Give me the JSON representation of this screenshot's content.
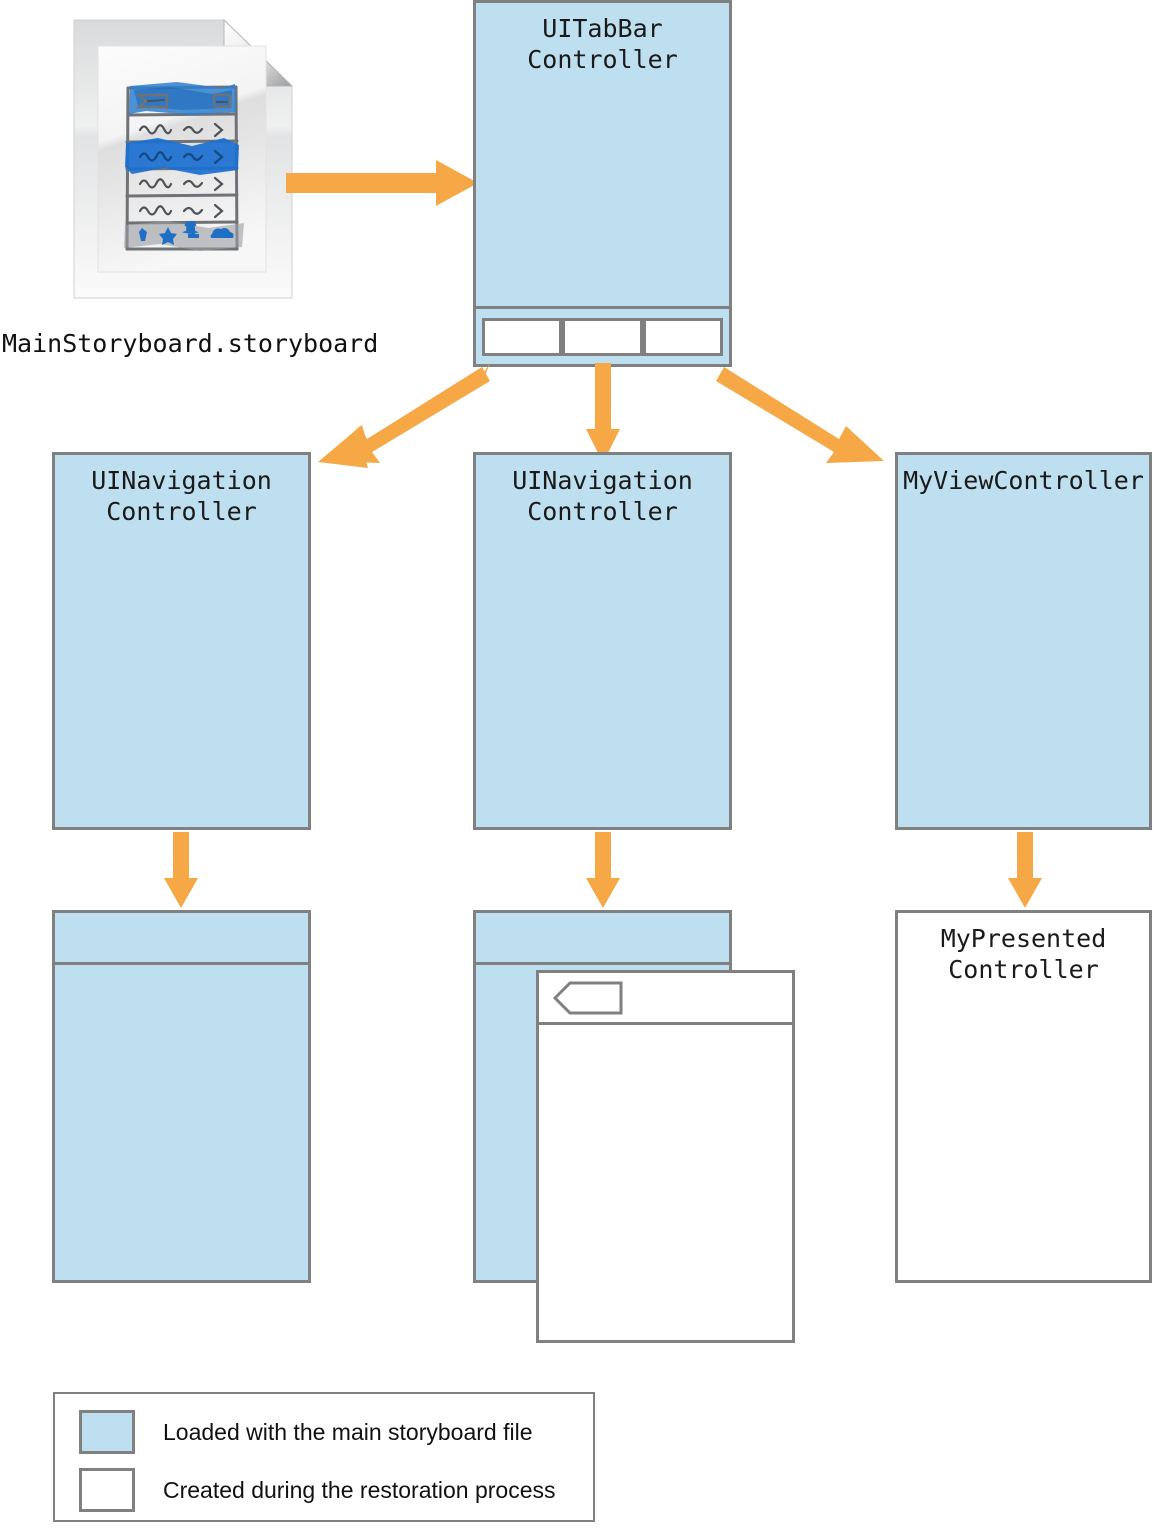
{
  "diagram": {
    "storyboard_file": {
      "filename": "MainStoryboard.storyboard",
      "icon": "storyboard-document-icon"
    },
    "nodes": [
      {
        "id": "uitabbarcontroller",
        "title": "UITabBar\nController",
        "fill": "storyboard",
        "has_tab_bar": true,
        "tab_count": 3
      },
      {
        "id": "uinavigationcontroller-1",
        "title": "UINavigation\nController",
        "fill": "storyboard"
      },
      {
        "id": "uinavigationcontroller-2",
        "title": "UINavigation\nController",
        "fill": "storyboard"
      },
      {
        "id": "myviewcontroller",
        "title": "MyViewController",
        "fill": "storyboard"
      },
      {
        "id": "nav-root-1",
        "title": "",
        "fill": "storyboard",
        "has_nav_bar": true
      },
      {
        "id": "nav-root-2",
        "title": "",
        "fill": "storyboard",
        "has_nav_bar": true
      },
      {
        "id": "pushed-restored",
        "title": "",
        "fill": "restoration",
        "has_nav_bar": true,
        "has_back_button": true
      },
      {
        "id": "mypresentedcontroller",
        "title": "MyPresented\nController",
        "fill": "restoration"
      }
    ],
    "arrows": [
      {
        "id": "storyboard-to-tabbar",
        "direction": "right"
      },
      {
        "id": "tabbar-to-nav1",
        "direction": "down-left"
      },
      {
        "id": "tabbar-to-nav2",
        "direction": "down"
      },
      {
        "id": "tabbar-to-myviewcontroller",
        "direction": "down-right"
      },
      {
        "id": "nav1-to-root1",
        "direction": "down"
      },
      {
        "id": "nav2-to-root2",
        "direction": "down"
      },
      {
        "id": "myviewcontroller-to-presented",
        "direction": "down"
      }
    ]
  },
  "legend": {
    "items": [
      {
        "swatch": "storyboard",
        "label": "Loaded with the main storyboard file"
      },
      {
        "swatch": "restoration",
        "label": "Created during the restoration process"
      }
    ]
  },
  "colors": {
    "storyboard_fill": "#bddfef",
    "restoration_fill": "#ffffff",
    "stroke": "#808080",
    "arrow": "#f5a845",
    "text": "#111111",
    "sketch_blue": "#1f6fc4"
  }
}
